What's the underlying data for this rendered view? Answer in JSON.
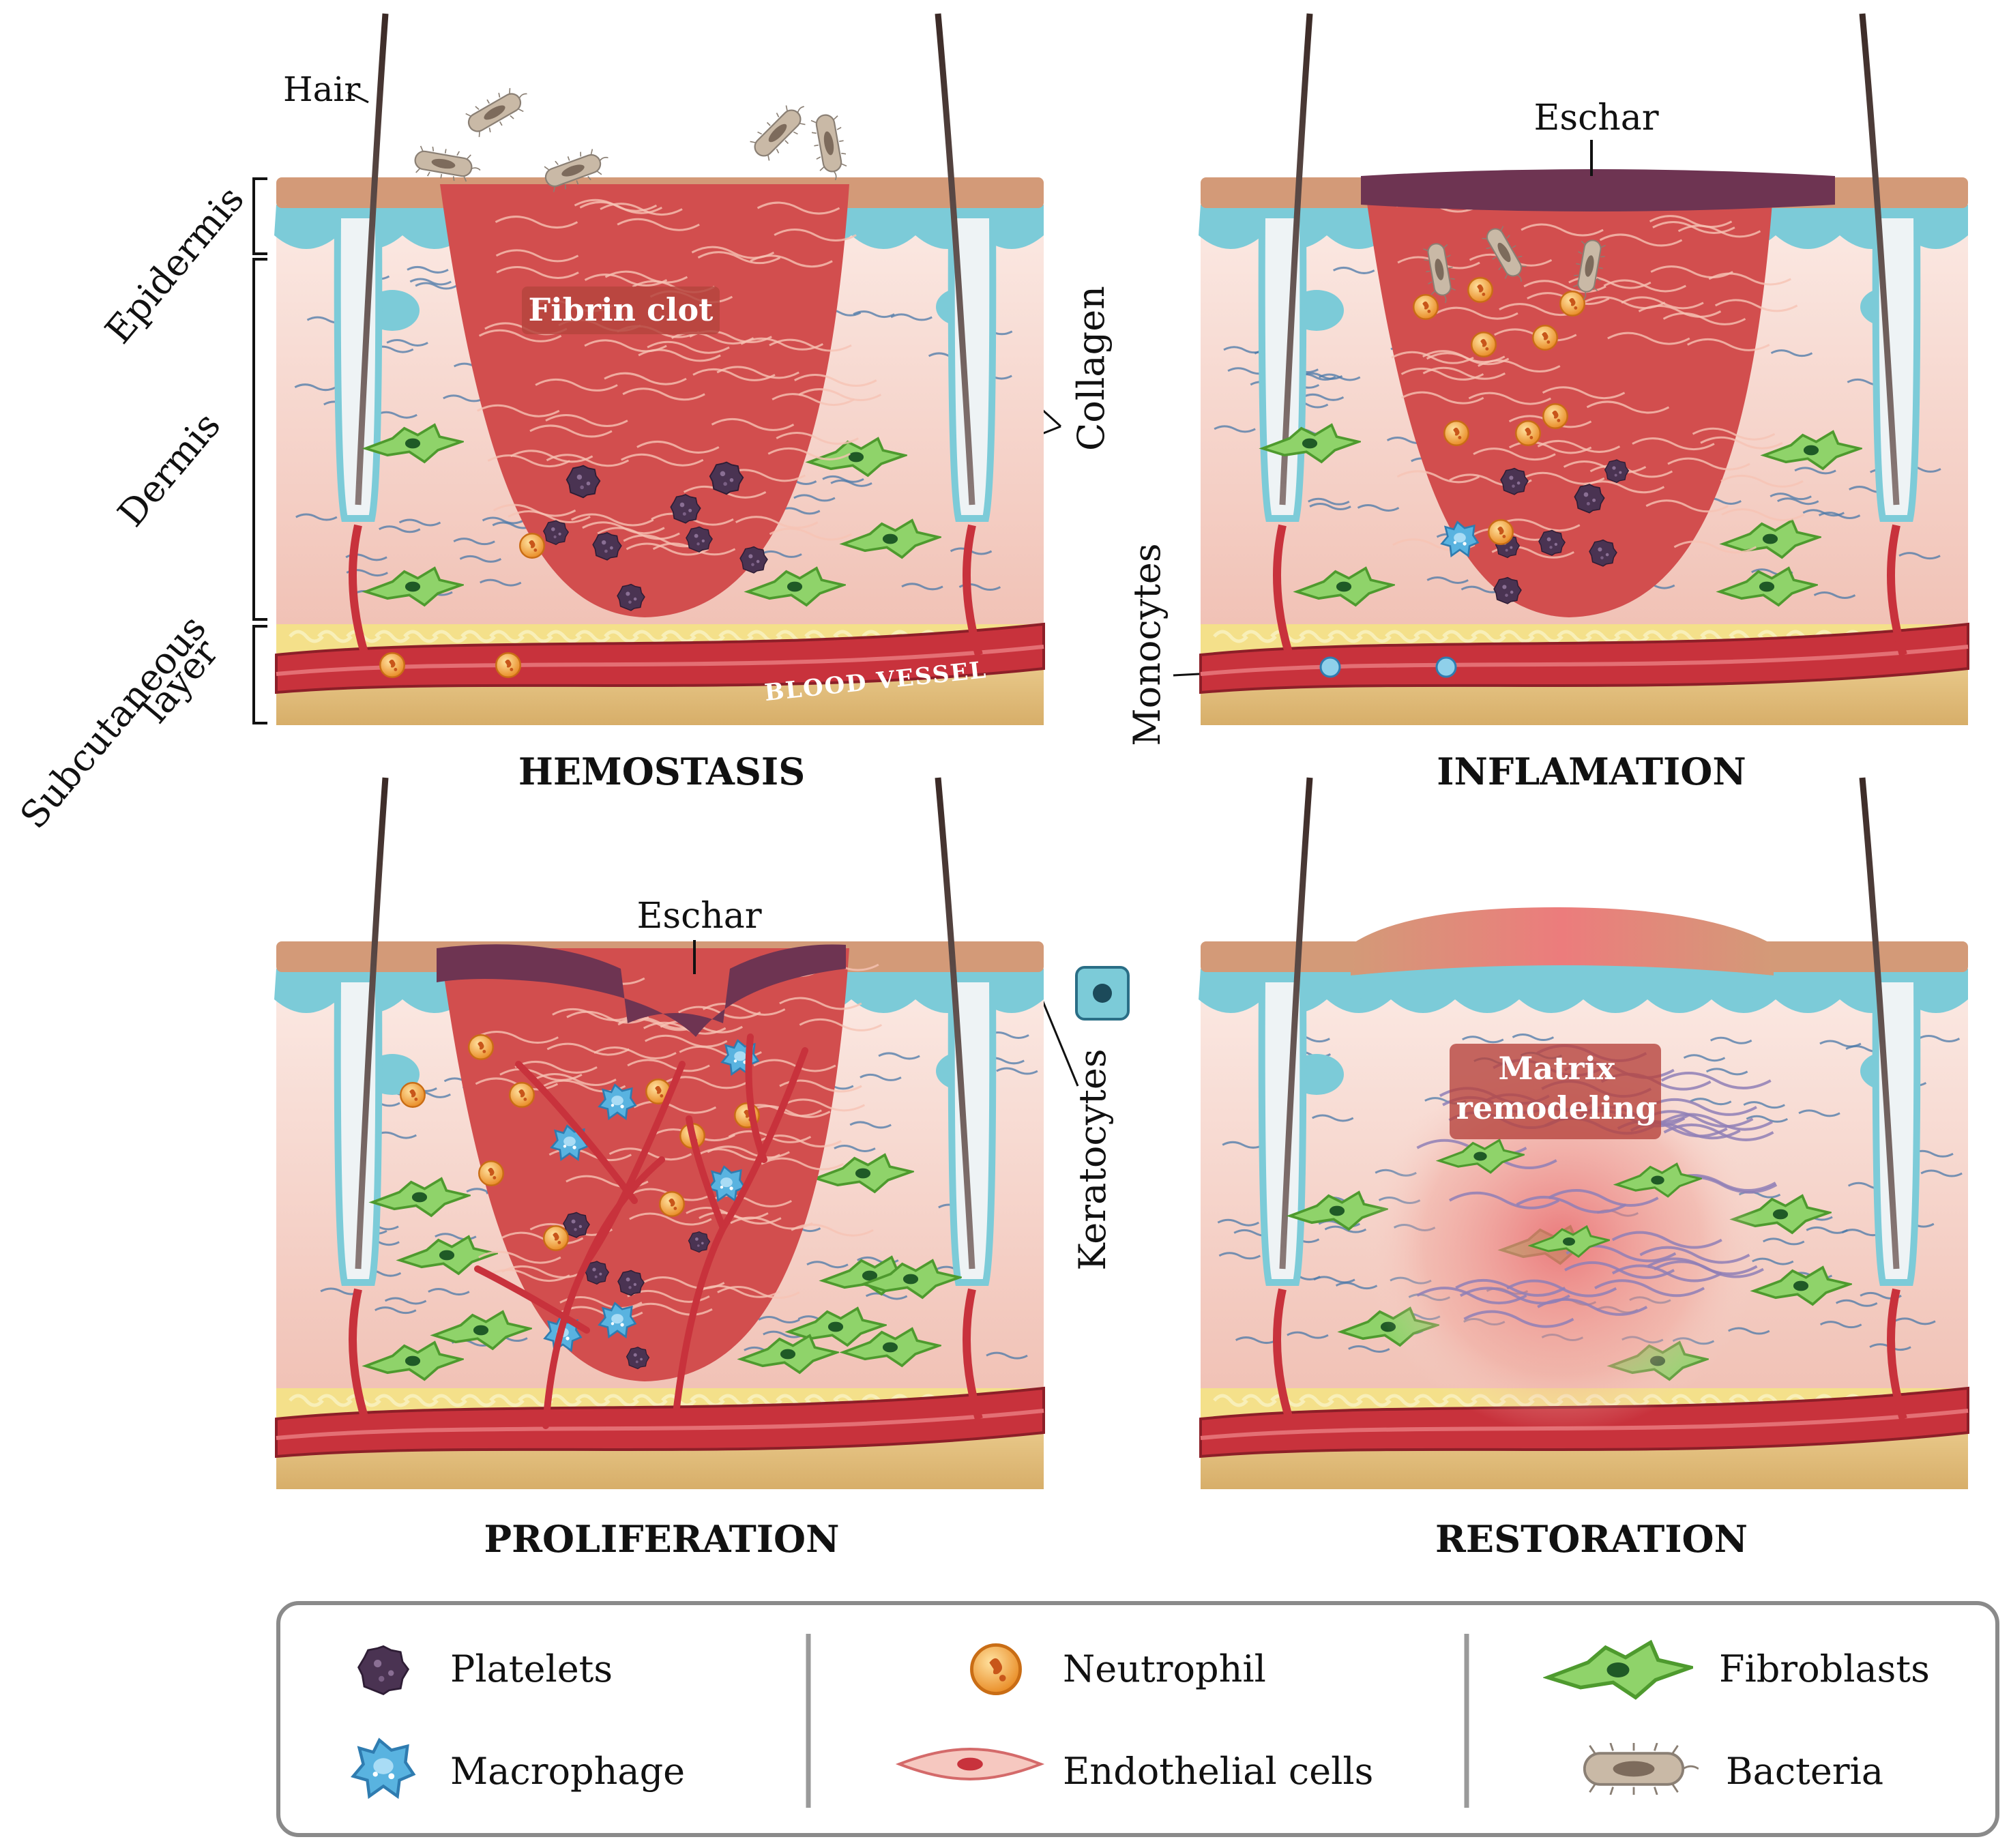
{
  "panels": {
    "hemostasis": {
      "title": "HEMOSTASIS",
      "fibrin_clot": "Fibrin clot",
      "blood_vessel": "BLOOD VESSEL"
    },
    "inflammation": {
      "title": "INFLAMATION",
      "eschar": "Eschar"
    },
    "proliferation": {
      "title": "PROLIFERATION",
      "eschar": "Eschar"
    },
    "restoration": {
      "title": "RESTORATION",
      "matrix_line1": "Matrix",
      "matrix_line2": "remodeling"
    }
  },
  "side_labels": {
    "hair": "Hair",
    "epidermis": "Epidermis",
    "dermis": "Dermis",
    "subcutaneous_line1": "Subcutaneous",
    "subcutaneous_line2": "layer",
    "collagen": "Collagen",
    "monocytes": "Monocytes",
    "keratocytes": "Keratocytes"
  },
  "legend": {
    "items": [
      {
        "key": "platelets",
        "label": "Platelets",
        "icon": "platelet-icon"
      },
      {
        "key": "neutrophil",
        "label": "Neutrophil",
        "icon": "neutrophil-icon"
      },
      {
        "key": "fibroblasts",
        "label": "Fibroblasts",
        "icon": "fibroblast-icon"
      },
      {
        "key": "macrophage",
        "label": "Macrophage",
        "icon": "macrophage-icon"
      },
      {
        "key": "endothelial",
        "label": "Endothelial cells",
        "icon": "endothelial-cell-icon"
      },
      {
        "key": "bacteria",
        "label": "Bacteria",
        "icon": "bacteria-icon"
      }
    ]
  },
  "colors": {
    "epidermis_top": "#d39a78",
    "epidermis_basal": "#7ccbd8",
    "dermis": "#f7d8cf",
    "fat": "#f4e08a",
    "vessel": "#c8323c",
    "clot": "#d24e4e",
    "eschar": "#6e3452",
    "fibroblast": "#7cc456",
    "neutrophil": "#f2a23a",
    "platelet": "#4a3352",
    "macrophage": "#4aa6d8"
  }
}
